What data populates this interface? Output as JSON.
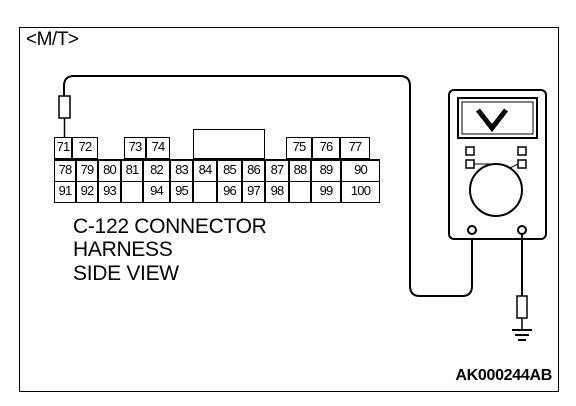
{
  "variant_label": "<M/T>",
  "connector": {
    "caption_lines": [
      "C-122 CONNECTOR",
      "HARNESS",
      "SIDE VIEW"
    ],
    "rows": [
      [
        "71",
        "72",
        "",
        "73",
        "74",
        "",
        "",
        "",
        "",
        "75",
        "76",
        "77"
      ],
      [
        "78",
        "79",
        "80",
        "81",
        "82",
        "83",
        "84",
        "85",
        "86",
        "87",
        "88",
        "89",
        "90"
      ],
      [
        "91",
        "92",
        "93",
        "",
        "94",
        "95",
        "",
        "96",
        "97",
        "98",
        "",
        "99",
        "100"
      ]
    ]
  },
  "figure_id": "AK000244AB",
  "icons": {
    "probe": "test-probe-icon",
    "ground": "ground-symbol-icon",
    "meter": "multimeter-icon",
    "volts": "voltage-v-icon"
  }
}
